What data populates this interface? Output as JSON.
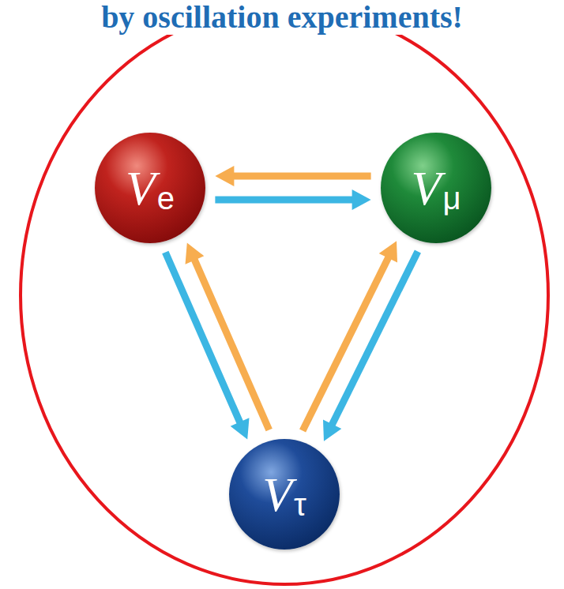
{
  "diagram": {
    "title": "by oscillation experiments!",
    "nodes": [
      {
        "text": [
          "V",
          "e"
        ]
      },
      {
        "text": [
          "V",
          "μ"
        ]
      },
      {
        "text": [
          "V",
          "τ"
        ]
      }
    ],
    "edges": [
      {
        "from": 1,
        "to": 0,
        "arrow": "to"
      },
      {
        "from": 0,
        "to": 1,
        "arrow": "to"
      },
      {
        "from": 0,
        "to": 2,
        "arrow": "to"
      },
      {
        "from": 2,
        "to": 0,
        "arrow": "to"
      },
      {
        "from": 2,
        "to": 1,
        "arrow": "to"
      },
      {
        "from": 1,
        "to": 2,
        "arrow": "to"
      }
    ]
  }
}
